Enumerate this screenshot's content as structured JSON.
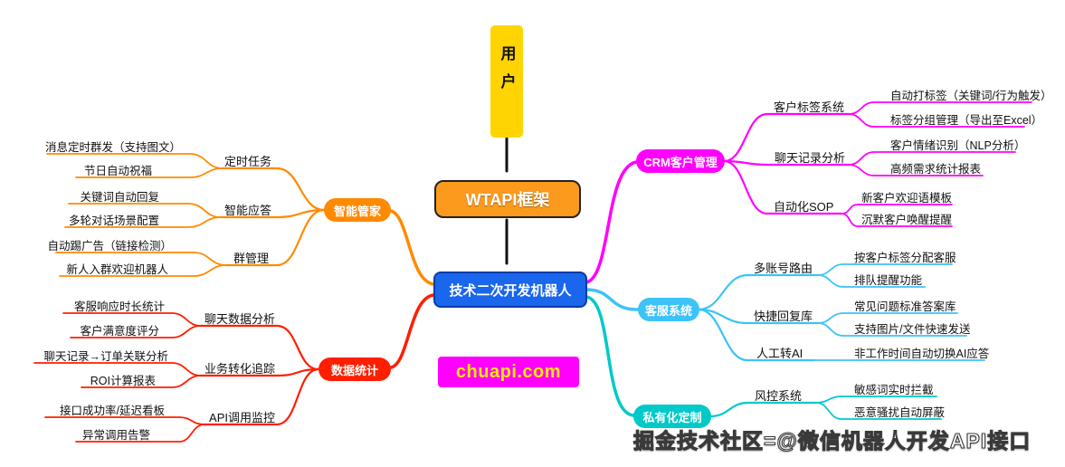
{
  "title": "WTAPI框架思维导图",
  "colors": {
    "user_bg": "#FFD400",
    "framework_bg": "#FB9A1C",
    "main_bg": "#1A66EC",
    "site_bg": "#FF00FF",
    "site_text": "#FFEA00",
    "smart_butler_accent": "#FF8A00",
    "statistics_accent": "#FF1E00",
    "crm_accent": "#FF00FF",
    "service_accent": "#3CC3F7",
    "private_accent": "#00C9C9"
  },
  "center": {
    "user": "用户",
    "framework": "WTAPI框架",
    "main": "技术二次开发机器人",
    "site": "chuapi.com"
  },
  "watermark": "掘金技术社区=@微信机器人开发API接口",
  "branches": {
    "smart_butler": {
      "label": "智能管家",
      "children": [
        {
          "label": "定时任务",
          "leaves": [
            "消息定时群发（支持图文）",
            "节日自动祝福"
          ]
        },
        {
          "label": "智能应答",
          "leaves": [
            "关键词自动回复",
            "多轮对话场景配置"
          ]
        },
        {
          "label": "群管理",
          "leaves": [
            "自动踢广告（链接检测）",
            "新人入群欢迎机器人"
          ]
        }
      ]
    },
    "statistics": {
      "label": "数据统计",
      "children": [
        {
          "label": "聊天数据分析",
          "leaves": [
            "客服响应时长统计",
            "客户满意度评分"
          ]
        },
        {
          "label": "业务转化追踪",
          "leaves": [
            "聊天记录→订单关联分析",
            "ROI计算报表"
          ]
        },
        {
          "label": "API调用监控",
          "leaves": [
            "接口成功率/延迟看板",
            "异常调用告警"
          ]
        }
      ]
    },
    "crm": {
      "label": "CRM客户管理",
      "children": [
        {
          "label": "客户标签系统",
          "leaves": [
            "自动打标签（关键词/行为触发）",
            "标签分组管理（导出至Excel）"
          ]
        },
        {
          "label": "聊天记录分析",
          "leaves": [
            "客户情绪识别（NLP分析）",
            "高频需求统计报表"
          ]
        },
        {
          "label": "自动化SOP",
          "leaves": [
            "新客户欢迎语模板",
            "沉默客户唤醒提醒"
          ]
        }
      ]
    },
    "service": {
      "label": "客服系统",
      "children": [
        {
          "label": "多账号路由",
          "leaves": [
            "按客户标签分配客服",
            "排队提醒功能"
          ]
        },
        {
          "label": "快捷回复库",
          "leaves": [
            "常见问题标准答案库",
            "支持图片/文件快速发送"
          ]
        },
        {
          "label": "人工转AI",
          "leaves": [
            "非工作时间自动切换AI应答"
          ]
        }
      ]
    },
    "private": {
      "label": "私有化定制",
      "children": [
        {
          "label": "风控系统",
          "leaves": [
            "敏感词实时拦截",
            "恶意骚扰自动屏蔽"
          ]
        }
      ]
    }
  }
}
